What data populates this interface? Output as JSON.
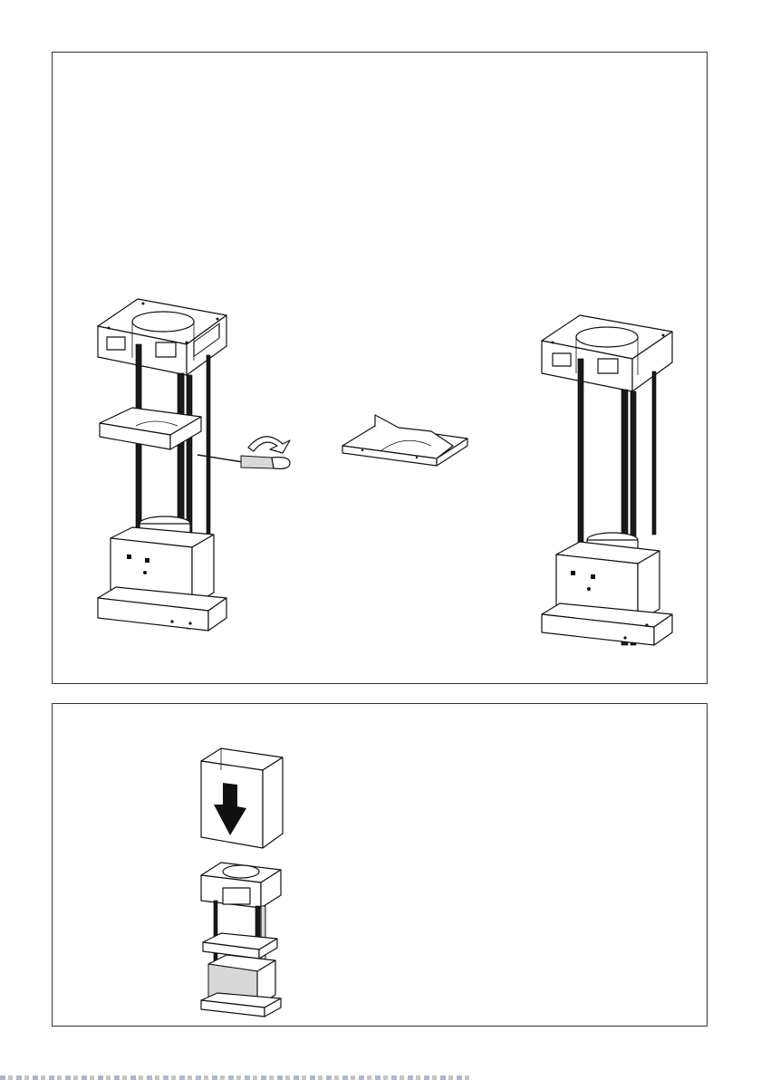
{
  "document": {
    "type": "installation-illustration",
    "panels": [
      {
        "id": "panel-1",
        "figures": [
          "frame-assembly-left",
          "screwdriver-icon",
          "removed-tray",
          "frame-assembly-right"
        ]
      },
      {
        "id": "panel-2",
        "figures": [
          "chimney-cover",
          "down-arrow-icon",
          "frame-assembly-small"
        ]
      }
    ]
  },
  "colors": {
    "line": "#111111",
    "background": "#ffffff",
    "rail": "#1a1a1a"
  }
}
